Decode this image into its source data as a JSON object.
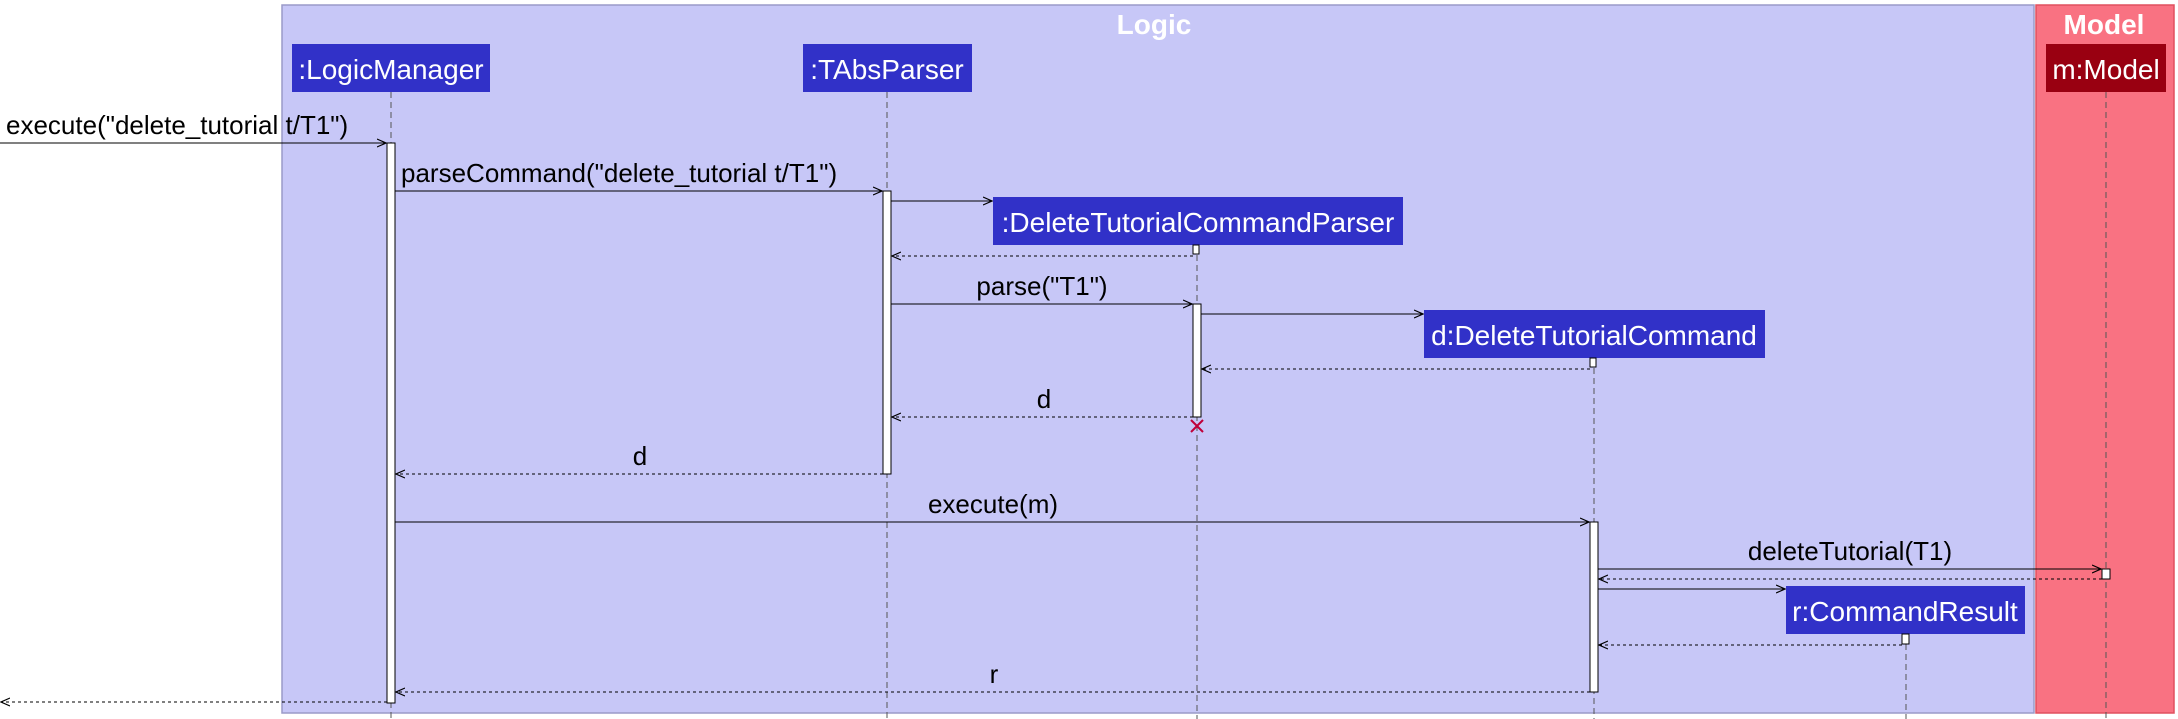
{
  "frames": {
    "logic": {
      "title": "Logic",
      "fill": "#c7c7f7",
      "border": "#9a9ac8"
    },
    "model": {
      "title": "Model",
      "fill": "#f97282",
      "border": "#e0505f"
    }
  },
  "colors": {
    "participant_fill": "#3131c8",
    "model_participant_fill": "#990011",
    "activation_fill": "#ffffff",
    "line": "#000000",
    "destroy": "#c0003a"
  },
  "participants": {
    "logic_manager": ":LogicManager",
    "tabs_parser": ":TAbsParser",
    "dtc_parser": ":DeleteTutorialCommandParser",
    "dtc": "d:DeleteTutorialCommand",
    "command_result": "r:CommandResult",
    "model": "m:Model"
  },
  "messages": {
    "execute_input": "execute(\"delete_tutorial t/T1\")",
    "parse_command": "parseCommand(\"delete_tutorial t/T1\")",
    "parse": "parse(\"T1\")",
    "return_d_to_tabs": "d",
    "return_d_to_manager": "d",
    "execute_m": "execute(m)",
    "delete_tutorial": "deleteTutorial(T1)",
    "return_r": "r"
  },
  "destroy_icon": "x-mark-icon"
}
